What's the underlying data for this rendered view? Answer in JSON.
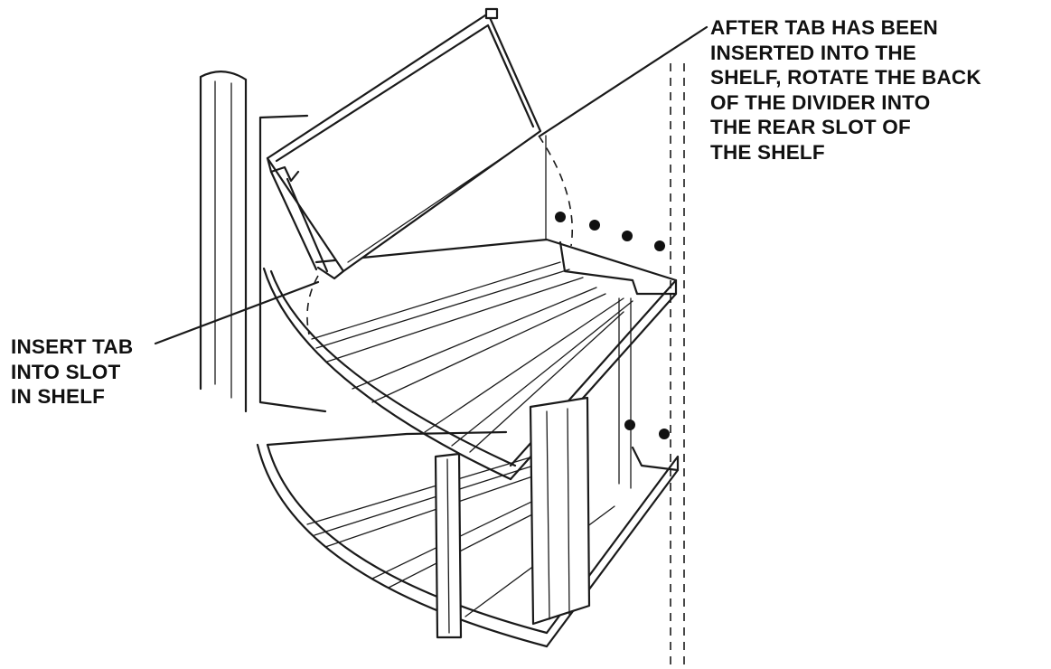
{
  "callouts": {
    "rotate_divider": {
      "lines": [
        "AFTER TAB HAS BEEN",
        "INSERTED INTO THE",
        "SHELF, ROTATE THE BACK",
        "OF THE DIVIDER INTO",
        "THE REAR SLOT OF",
        "THE SHELF"
      ]
    },
    "insert_tab": {
      "lines": [
        "INSERT TAB",
        "INTO SLOT",
        "IN SHELF"
      ]
    }
  },
  "colors": {
    "line": "#1a1a1a",
    "background": "#ffffff"
  }
}
